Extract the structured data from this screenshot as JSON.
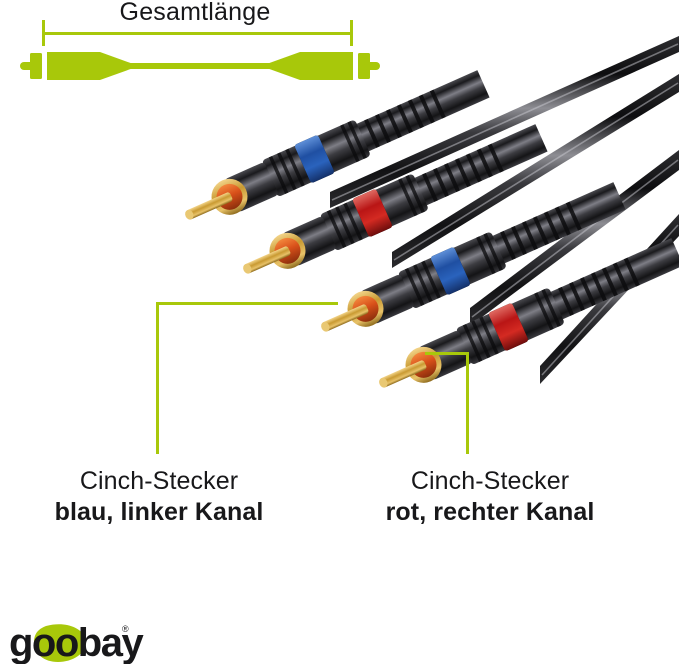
{
  "schematic": {
    "title": "Gesamtlänge",
    "accent_color": "#a8c80a"
  },
  "annotations": {
    "left": {
      "line1": "Cinch-Stecker",
      "line2": "blau, linker Kanal",
      "connector_color": "#2255aa",
      "connector_color_name": "blau"
    },
    "right": {
      "line1": "Cinch-Stecker",
      "line2": "rot, rechter Kanal",
      "connector_color": "#c01818",
      "connector_color_name": "rot"
    }
  },
  "product": {
    "cable_color": "#1b1b1d",
    "pin_color": "#d8a93a",
    "insulator_color": "#e0601a",
    "connectors": [
      {
        "ring": "blue",
        "ring_color": "#2255aa",
        "channel": "left"
      },
      {
        "ring": "red",
        "ring_color": "#c01818",
        "channel": "right"
      },
      {
        "ring": "blue",
        "ring_color": "#2255aa",
        "channel": "left"
      },
      {
        "ring": "red",
        "ring_color": "#c01818",
        "channel": "right"
      }
    ]
  },
  "logo": {
    "text": "goobay",
    "registered_mark": "®",
    "blob_color": "#a8c80a",
    "text_color": "#18181a"
  }
}
